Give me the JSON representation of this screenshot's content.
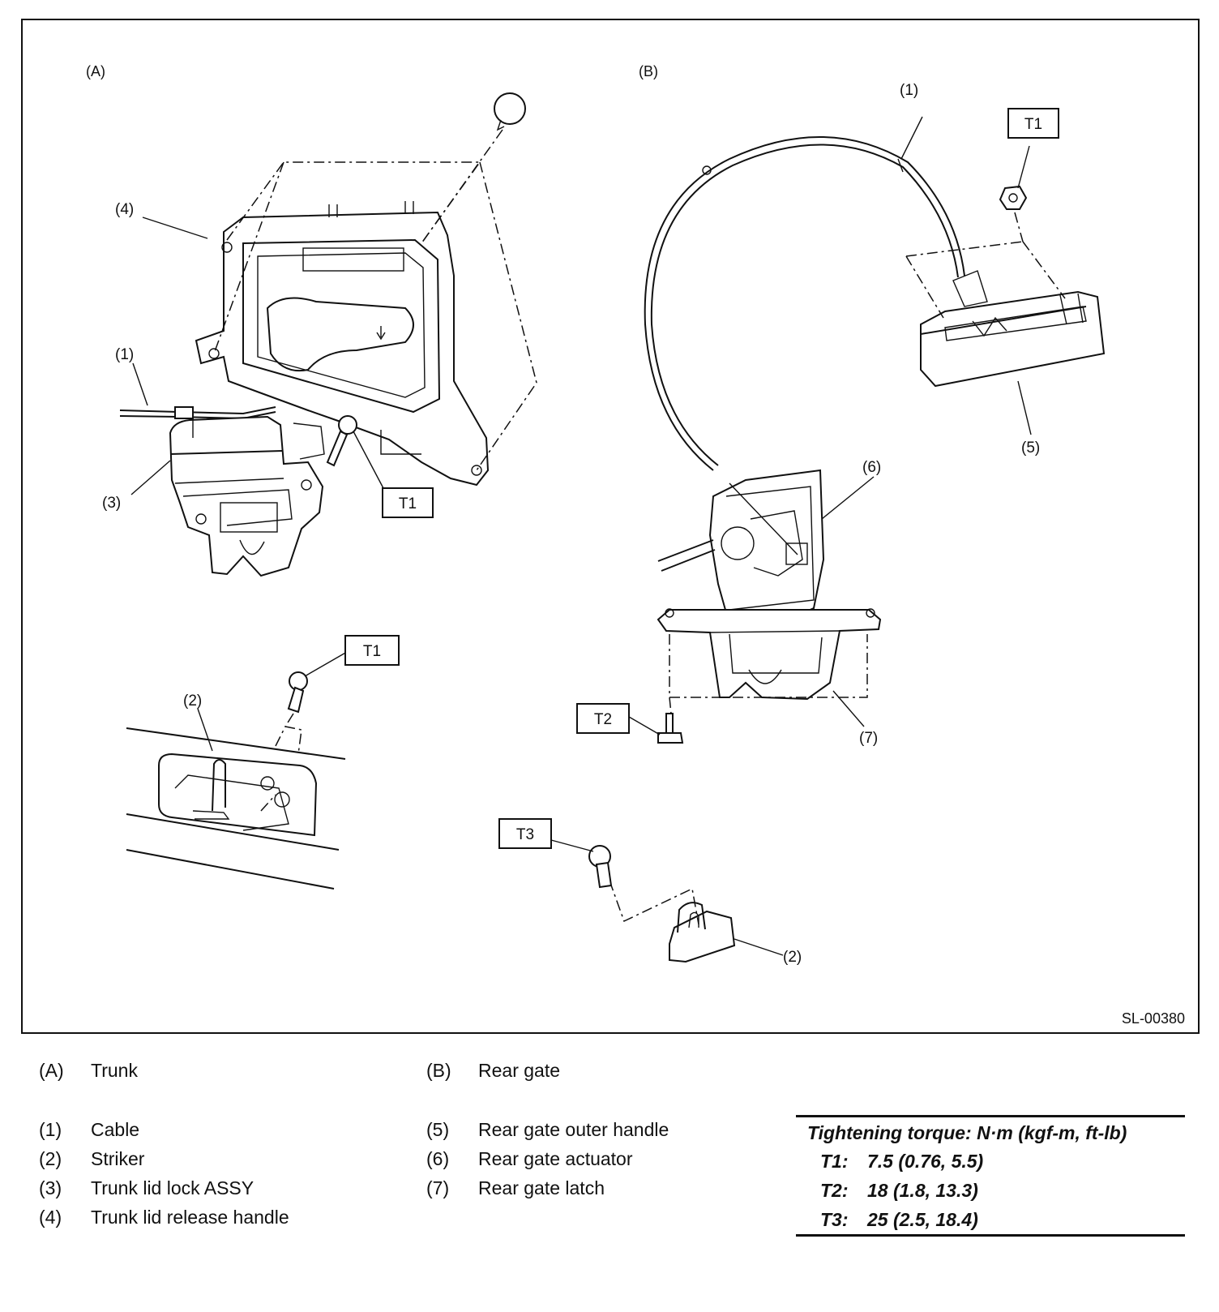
{
  "figure": {
    "panel_a_label": "(A)",
    "panel_b_label": "(B)",
    "figure_code": "SL-00380",
    "callouts": {
      "a1": "(1)",
      "a2": "(2)",
      "a3": "(3)",
      "a4": "(4)",
      "b1": "(1)",
      "b2": "(2)",
      "b5": "(5)",
      "b6": "(6)",
      "b7": "(7)"
    },
    "torque_boxes": {
      "a_upper": "T1",
      "a_lower": "T1",
      "b_handle": "T1",
      "b_latch": "T2",
      "b_striker": "T3"
    }
  },
  "legend": {
    "panels": [
      {
        "code": "(A)",
        "text": "Trunk"
      },
      {
        "code": "(B)",
        "text": "Rear gate"
      }
    ],
    "parts_left": [
      {
        "code": "(1)",
        "text": "Cable"
      },
      {
        "code": "(2)",
        "text": "Striker"
      },
      {
        "code": "(3)",
        "text": "Trunk lid lock ASSY"
      },
      {
        "code": "(4)",
        "text": "Trunk lid release handle"
      }
    ],
    "parts_right": [
      {
        "code": "(5)",
        "text": "Rear gate outer handle"
      },
      {
        "code": "(6)",
        "text": "Rear gate actuator"
      },
      {
        "code": "(7)",
        "text": "Rear gate latch"
      }
    ]
  },
  "torque": {
    "heading": "Tightening torque: N·m (kgf-m, ft-lb)",
    "rows": [
      {
        "key": "T1:",
        "value": "7.5 (0.76, 5.5)"
      },
      {
        "key": "T2:",
        "value": "18 (1.8, 13.3)"
      },
      {
        "key": "T3:",
        "value": "25 (2.5, 18.4)"
      }
    ]
  }
}
